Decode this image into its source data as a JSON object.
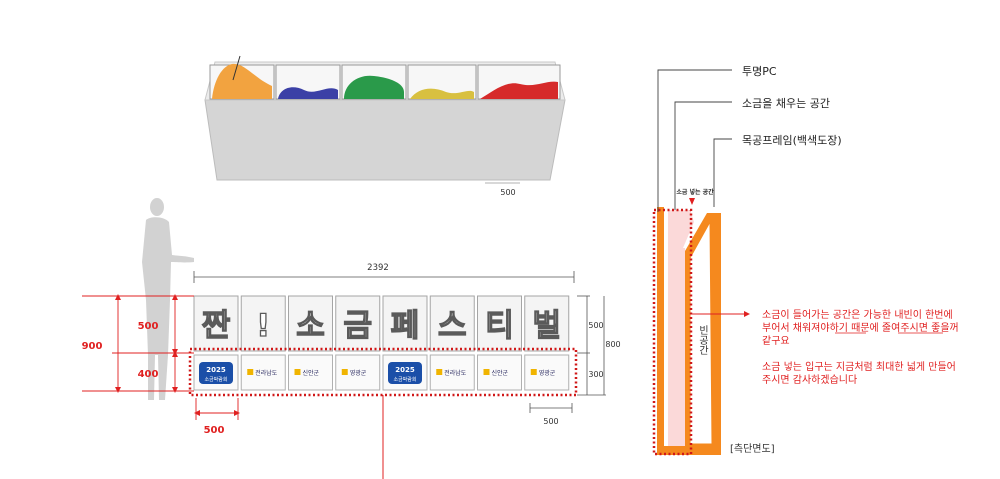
{
  "top_view": {
    "dim_500": "500",
    "pocket_colors": [
      "#f2a340",
      "#3b40a6",
      "#2a9a4a",
      "#d8c040",
      "#d62a2a"
    ]
  },
  "front_view": {
    "dim_total": "2392",
    "dim_900": "900",
    "dim_500_left": "500",
    "dim_400_left": "400",
    "dim_500_right": "500",
    "dim_300_right": "300",
    "dim_800_right": "800",
    "dim_500_bottom_left": "500",
    "dim_500_bottom_right": "500",
    "letters": [
      "짠",
      "!",
      "소",
      "금",
      "페",
      "스",
      "티",
      "벌"
    ],
    "logos": [
      {
        "type": "badge",
        "line1": "2025",
        "line2": "소금박람회"
      },
      {
        "type": "text",
        "label": "전라남도"
      },
      {
        "type": "text",
        "label": "신안군"
      },
      {
        "type": "text",
        "label": "영광군"
      },
      {
        "type": "badge",
        "line1": "2025",
        "line2": "소금박람회"
      },
      {
        "type": "text",
        "label": "전라남도"
      },
      {
        "type": "text",
        "label": "신안군"
      },
      {
        "type": "text",
        "label": "영광군"
      }
    ]
  },
  "section_view": {
    "label_pc": "투명PC",
    "label_salt_space": "소금을 채우는 공간",
    "label_frame": "목공프레임(백색도장)",
    "label_inlet": "소금 넣는 공간",
    "label_empty": "빈공간",
    "caption": "[측단면도]"
  },
  "notes": {
    "line1": "소금이 들어가는 공간은 가능한 내빈이 한번에",
    "line2": "부어서 채워져야하기 때문에 줄여주시면 좋을꺼",
    "line3": "같구요",
    "line4": "소금 넣는 입구는 지금처럼 최대한 넓게 만들어",
    "line5": "주시면 감사하겠습니다"
  },
  "colors": {
    "red": "#e02020",
    "orange": "#f5891e",
    "box": "#d9d9d9",
    "box_dark": "#bfbfbf",
    "pink": "#fbd9d9"
  }
}
